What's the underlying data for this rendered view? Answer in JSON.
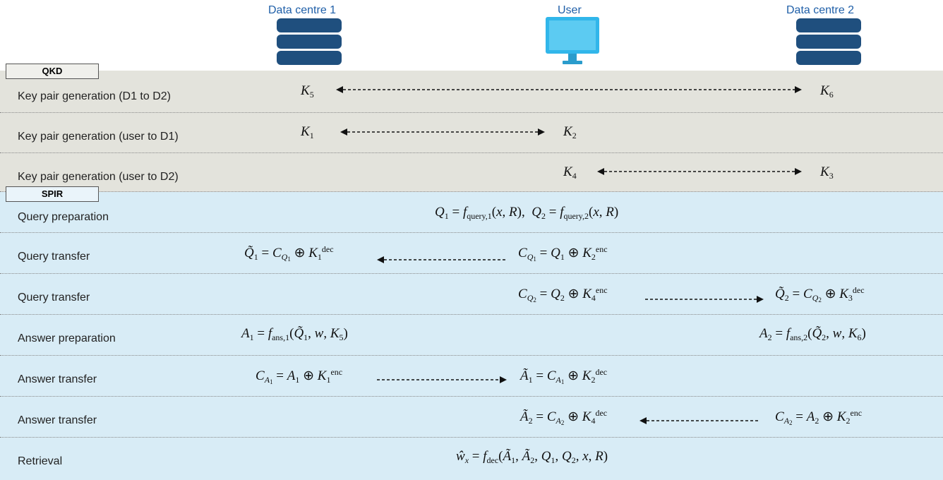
{
  "columns": {
    "dc1": "Data centre 1",
    "user": "User",
    "dc2": "Data centre 2"
  },
  "sections": {
    "qkd": "QKD",
    "spir": "SPIR"
  },
  "rows": [
    {
      "label": "Key pair generation (D1 to D2)"
    },
    {
      "label": "Key pair generation (user to D1)"
    },
    {
      "label": "Key pair generation (user to D2)"
    },
    {
      "label": "Query preparation"
    },
    {
      "label": "Query transfer"
    },
    {
      "label": "Query transfer"
    },
    {
      "label": "Answer preparation"
    },
    {
      "label": "Answer transfer"
    },
    {
      "label": "Answer transfer"
    },
    {
      "label": "Retrieval"
    }
  ],
  "colors": {
    "qkd_band": "#e3e3dc",
    "spir_band": "#d8ecf6",
    "server": "#1f4f7e",
    "monitor": "#31b6ea",
    "header_text": "#1f5fa8"
  },
  "icons": [
    "database-icon",
    "monitor-icon",
    "database-icon"
  ]
}
